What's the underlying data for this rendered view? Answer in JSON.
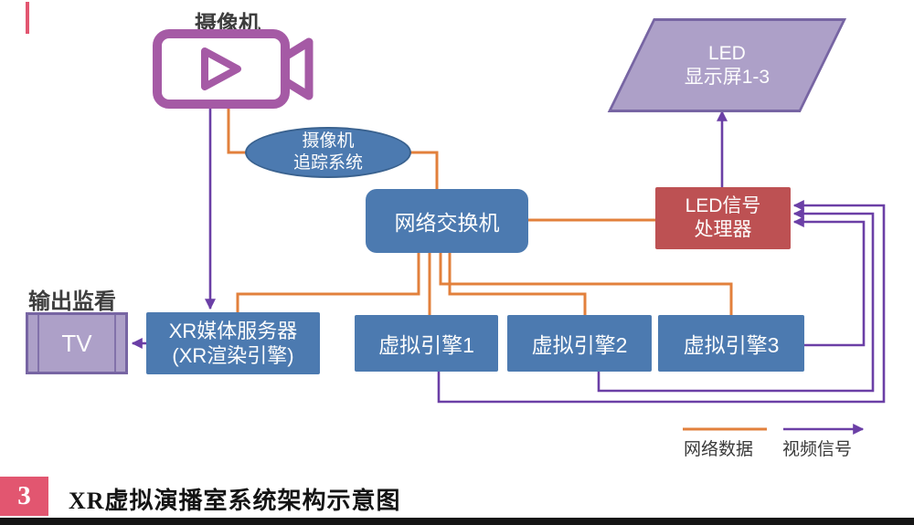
{
  "camera": {
    "label": "摄像机"
  },
  "nodes": {
    "tracking": {
      "line1": "摄像机",
      "line2": "追踪系统"
    },
    "switch": {
      "label": "网络交换机"
    },
    "led_screen": {
      "line1": "LED",
      "line2": "显示屏1-3"
    },
    "led_processor": {
      "line1": "LED信号",
      "line2": "处理器"
    },
    "monitor_label": "输出监看",
    "tv": {
      "label": "TV"
    },
    "xr_server": {
      "line1": "XR媒体服务器",
      "line2": "(XR渲染引擎)"
    },
    "engine1": {
      "label": "虚拟引擎1"
    },
    "engine2": {
      "label": "虚拟引擎2"
    },
    "engine3": {
      "label": "虚拟引擎3"
    }
  },
  "legend": {
    "network": "网络数据",
    "video": "视频信号"
  },
  "footer": {
    "number": "3",
    "title": "XR虚拟演播室系统架构示意图"
  },
  "colors": {
    "node_blue": "#4C7AB0",
    "node_red": "#BD5153",
    "light_purple": "#ADA0C8",
    "purple_border": "#7765A3",
    "camera_purple": "#A55AA5",
    "line_orange": "#E2803C",
    "line_purple": "#6B3FA6",
    "footer_red": "#E25670",
    "label_dark": "#3d3d3d"
  }
}
